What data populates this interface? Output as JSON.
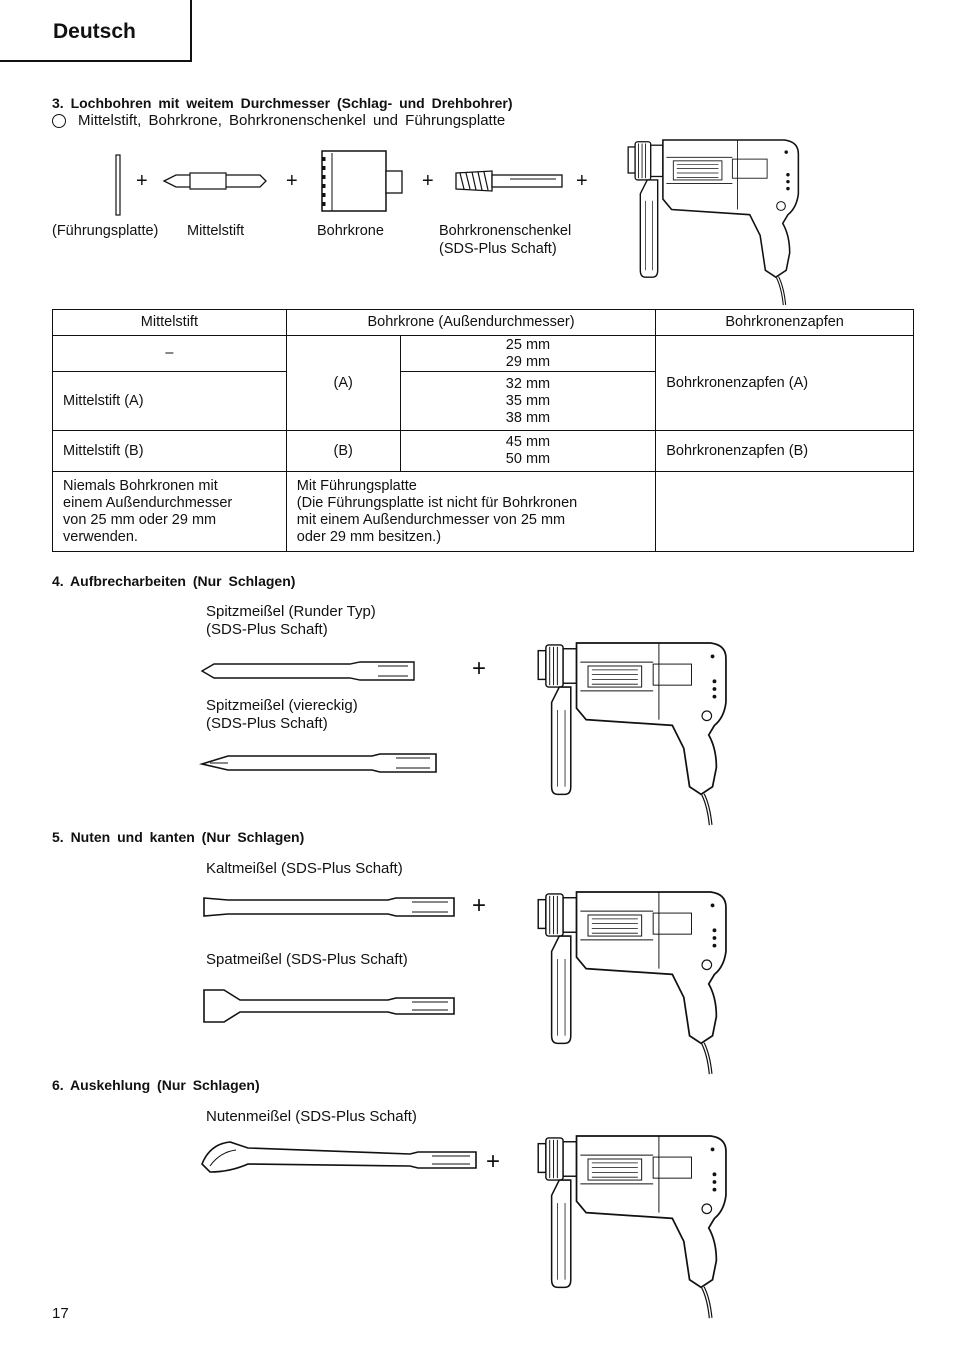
{
  "header": {
    "language": "Deutsch"
  },
  "section3": {
    "title": "3.  Lochbohren  mit  weitem  Durchmesser  (Schlag-  und  Drehbohrer)",
    "subtitle": "Mittelstift,  Bohrkrone,  Bohrkronenschenkel  und  Führungsplatte",
    "parts": [
      "(Führungsplatte)",
      "Mittelstift",
      "Bohrkrone",
      "Bohrkronenschenkel\n(SDS-Plus Schaft)"
    ],
    "plus": "+"
  },
  "table": {
    "headers": [
      "Mittelstift",
      "Bohrkrone (Außendurchmesser)",
      "Bohrkronenzapfen"
    ],
    "r1_c1": "–",
    "r2_c1": "Mittelstift (A)",
    "r12_c2": "(A)",
    "r1_c3": "25 mm\n29 mm",
    "r2_c3": "32 mm\n35 mm\n38 mm",
    "r12_c4": "Bohrkronenzapfen (A)",
    "r3_c1": "Mittelstift (B)",
    "r3_c2": "(B)",
    "r3_c3": "45 mm\n50 mm",
    "r3_c4": "Bohrkronenzapfen (B)",
    "r4_c1": "Niemals Bohrkronen mit\neinem Außendurchmesser\nvon 25 mm oder 29 mm\nverwenden.",
    "r4_c2": "Mit Führungsplatte\n(Die Führungsplatte ist nicht für Bohrkronen\nmit einem Außendurchmesser von 25 mm\noder 29 mm besitzen.)",
    "r4_c4": ""
  },
  "section4": {
    "title": "4.  Aufbrecharbeiten  (Nur  Schlagen)",
    "label1": "Spitzmeißel (Runder Typ)\n(SDS-Plus Schaft)",
    "label2": "Spitzmeißel (viereckig)\n(SDS-Plus Schaft)"
  },
  "section5": {
    "title": "5.  Nuten  und  kanten  (Nur  Schlagen)",
    "label1": "Kaltmeißel (SDS-Plus Schaft)",
    "label2": "Spatmeißel (SDS-Plus Schaft)"
  },
  "section6": {
    "title": "6.  Auskehlung  (Nur  Schlagen)",
    "label1": "Nutenmeißel (SDS-Plus Schaft)"
  },
  "page_number": "17"
}
